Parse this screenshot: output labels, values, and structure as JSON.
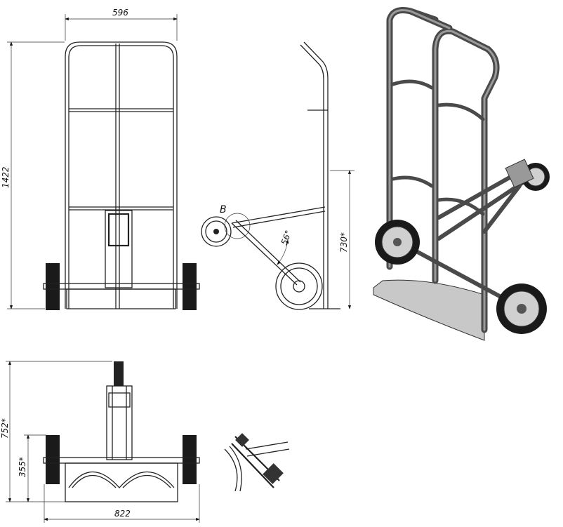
{
  "drawing": {
    "front_view": {
      "width_dim": "596",
      "height_dim": "1422"
    },
    "side_view": {
      "detail_label": "B",
      "angle_dim": "56°",
      "height_dim": "730*"
    },
    "top_view": {
      "depth_dim": "752*",
      "axle_dim": "355*",
      "width_dim": "822"
    }
  },
  "colors": {
    "line": "#222222",
    "tube": "#4a4a4a",
    "tyre": "#1a1a1a",
    "plate": "#c8c8c8"
  }
}
